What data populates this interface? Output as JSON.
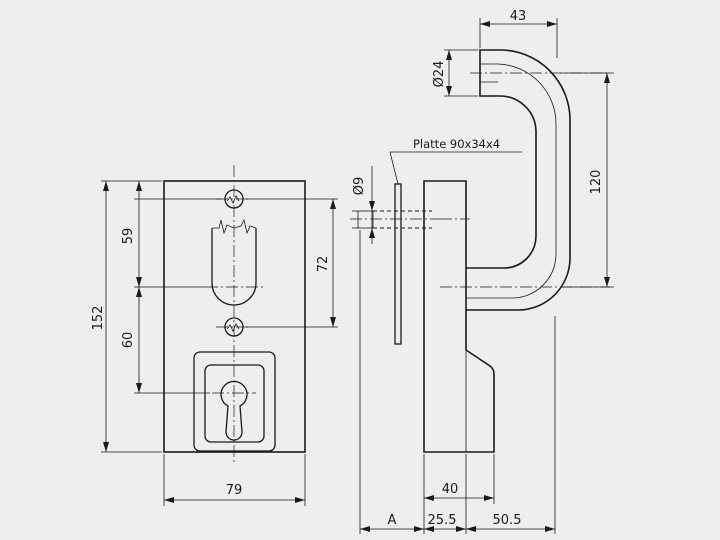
{
  "dimensions": {
    "width_top": "43",
    "pipe_diameter": "Ø24",
    "plate_label": "Platte 90x34x4",
    "bolt_diameter": "Ø9",
    "height_120": "120",
    "height_152": "152",
    "upper_59": "59",
    "lower_60": "60",
    "spacing_72": "72",
    "width_79": "79",
    "depth_40": "40",
    "var_a": "A",
    "depth_25_5": "25.5",
    "depth_50_5": "50.5"
  }
}
